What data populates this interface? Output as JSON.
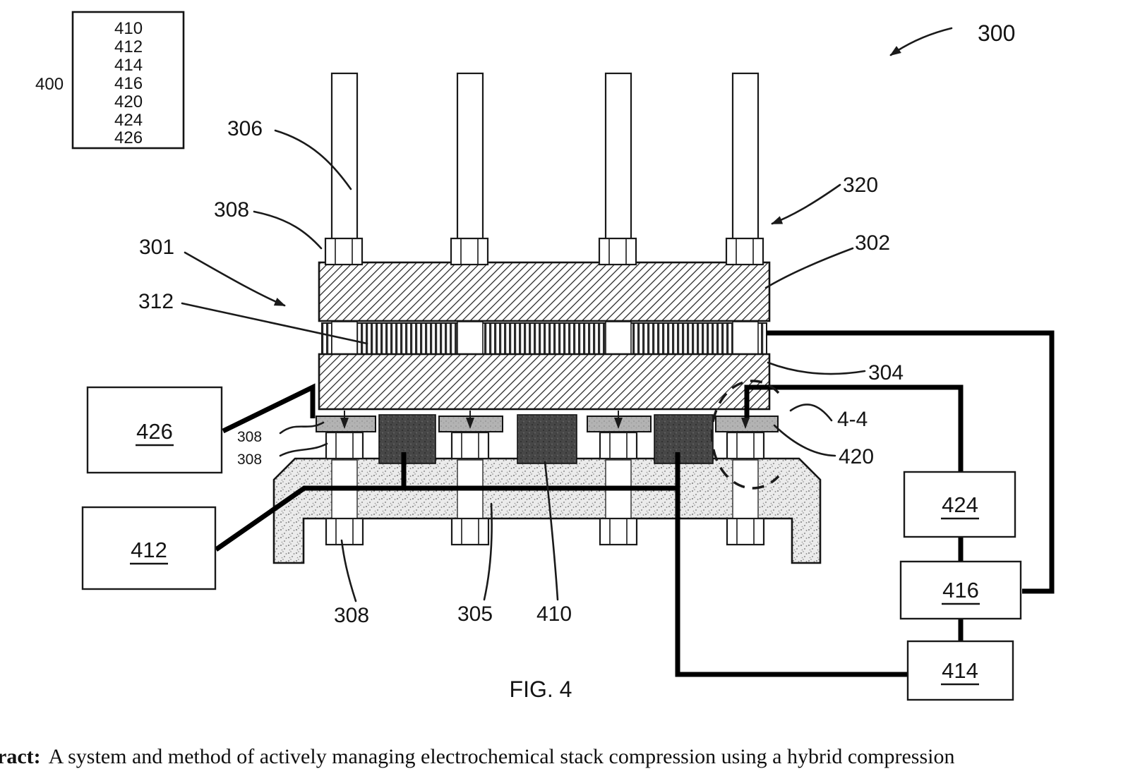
{
  "fig": {
    "ref300": "300",
    "ref400": "400",
    "legend_items": [
      "410",
      "412",
      "414",
      "416",
      "420",
      "424",
      "426"
    ],
    "labels": {
      "l306": "306",
      "l308_top": "308",
      "l301": "301",
      "l312": "312",
      "l320": "320",
      "l302": "302",
      "l304": "304",
      "l44": "4-4",
      "l420": "420",
      "l308_a": "308",
      "l308_b": "308",
      "l308_bot": "308",
      "l305": "305",
      "l410": "410"
    },
    "boxes": {
      "b426": "426",
      "b412": "412",
      "b424": "424",
      "b416": "416",
      "b414": "414"
    },
    "caption": "FIG. 4"
  },
  "abstract": {
    "lead": "ract:",
    "rest": "A system and method of actively managing electrochemical stack compression using a hybrid compression"
  }
}
